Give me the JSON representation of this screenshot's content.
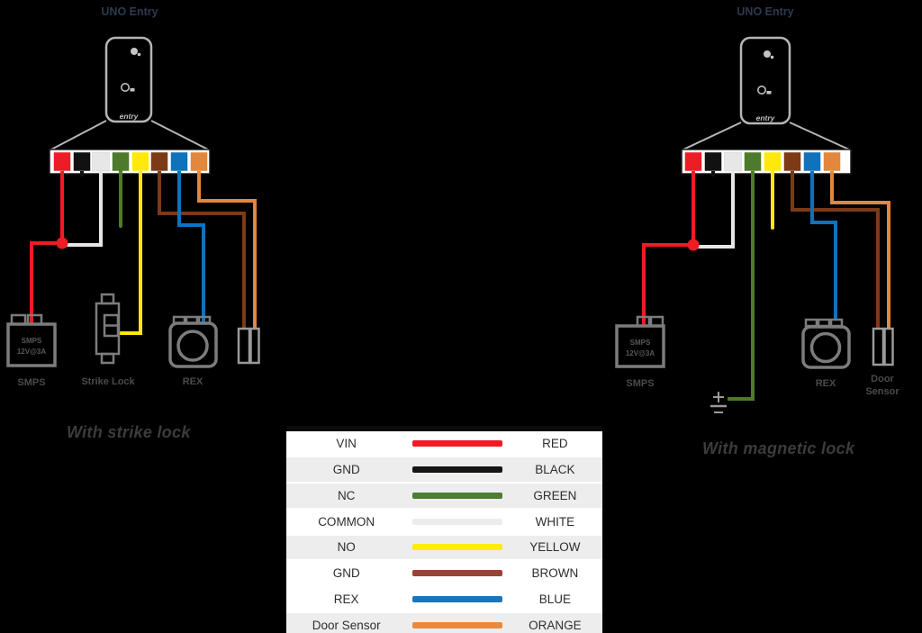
{
  "colors": {
    "red": "#ee1c25",
    "black": "#111111",
    "white": "#e7e7e7",
    "green": "#4e7a2b",
    "yellow": "#ffe90a",
    "brown": "#7c3a17",
    "blue": "#0f72bb",
    "orange": "#e2873b",
    "device_outline": "#b5b5b5",
    "component_outline": "#7c7c7c",
    "sensor_outline": "#9a9a9a",
    "title": "#2c3a50",
    "caption": "#3c3c3c",
    "label": "#4a4a4a",
    "polarity": "#9a9a9a",
    "table_border": "#0a0a0a",
    "background": "#000000"
  },
  "left": {
    "title": "UNO Entry",
    "device_wordmark": "entry",
    "smps_text_line1": "SMPS",
    "smps_text_line2": "12V@3A",
    "smps_label": "SMPS",
    "strike_lock_label": "Strike Lock",
    "rex_label": "REX",
    "caption": "With strike lock"
  },
  "right": {
    "title": "UNO Entry",
    "device_wordmark": "entry",
    "smps_text_line1": "SMPS",
    "smps_text_line2": "12V@3A",
    "smps_label": "SMPS",
    "rex_label": "REX",
    "door_sensor_label_line1": "Door",
    "door_sensor_label_line2": "Sensor",
    "caption": "With magnetic lock"
  },
  "legend": {
    "rows": [
      {
        "function": "VIN",
        "color_name": "RED",
        "swatch": "#ee1c25",
        "bg": "#ffffff"
      },
      {
        "function": "GND",
        "color_name": "BLACK",
        "swatch": "#151515",
        "bg": "#ededed"
      },
      {
        "function": "NC",
        "color_name": "GREEN",
        "swatch": "#4e7c31",
        "bg": "#ededed"
      },
      {
        "function": "COMMON",
        "color_name": "WHITE",
        "swatch": "#ececec",
        "bg": "#ffffff"
      },
      {
        "function": "NO",
        "color_name": "YELLOW",
        "swatch": "#fced0a",
        "bg": "#ededed"
      },
      {
        "function": "GND",
        "color_name": "BROWN",
        "swatch": "#9c4136",
        "bg": "#ffffff"
      },
      {
        "function": "REX",
        "color_name": "BLUE",
        "swatch": "#1b75bc",
        "bg": "#ffffff"
      },
      {
        "function": "Door Sensor",
        "color_name": "ORANGE",
        "swatch": "#e88a3d",
        "bg": "#ededed"
      }
    ]
  }
}
